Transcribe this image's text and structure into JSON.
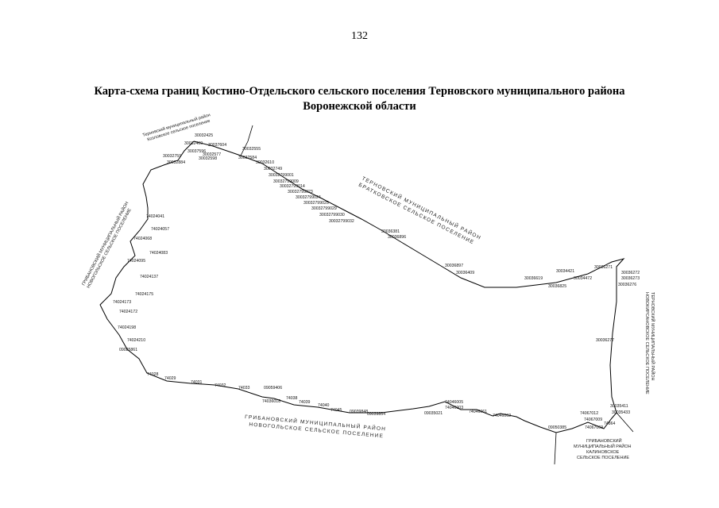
{
  "page_number": "132",
  "title": {
    "line1": "Карта-схема границ Костино-Отдельского сельского поселения Терновского муниципального района",
    "line2": "Воронежской области"
  },
  "regions": {
    "top_left": [
      "Терновский муниципальный район",
      "Козловское сельское поселение"
    ],
    "north_east": [
      "ТЕРНОВСКИЙ МУНИЦИПАЛЬНЫЙ РАЙОН",
      "БРАТКОВСКОЕ СЕЛЬСКОЕ ПОСЕЛЕНИЕ"
    ],
    "east": [
      "ТЕРНОВСКИЙ МУНИЦИПАЛЬНЫЙ РАЙОН",
      "НОВОКИРСАНОВСКОЕ СЕЛЬСКОЕ ПОСЕЛЕНИЕ"
    ],
    "west": [
      "ГРИБАНОВСКИЙ МУНИЦИПАЛЬНЫЙ РАЙОН",
      "НОВОГОЛЬСКОЕ СЕЛЬСКОЕ ПОСЕЛЕНИЕ"
    ],
    "south": [
      "ГРИБАНОВСКИЙ МУНИЦИПАЛЬНЫЙ РАЙОН",
      "НОВОГОЛЬСКОЕ СЕЛЬСКОЕ ПОСЕЛЕНИЕ"
    ],
    "south_east": [
      "ГРИБАНОВСКИЙ",
      "МУНИЦИПАЛЬНЫЙ РАЙОН",
      "КАЛИНОВСКОЕ",
      "СЕЛЬСКОЕ ПОСЕЛЕНИЕ"
    ]
  },
  "point_labels": [
    "30032425",
    "30032469",
    "30037596",
    "30032577",
    "30032598",
    "30032584",
    "30037604",
    "30032555",
    "30032610",
    "30032749",
    "30032799001",
    "30032799009",
    "30032799014",
    "30032799023",
    "30032799024",
    "30032799025",
    "30032799029",
    "30032799030",
    "30032799032",
    "30036381",
    "30036896",
    "30036897",
    "30036409",
    "30036619",
    "30036825",
    "30034421",
    "30034472",
    "30036271",
    "30036272",
    "30036273",
    "30036276",
    "30036277",
    "30035411",
    "30035433",
    "74864",
    "74067012",
    "74067009",
    "74067069",
    "09050385",
    "74046062",
    "74046061",
    "74046003",
    "09035021",
    "74046005",
    "09039854",
    "09039848",
    "74045",
    "74040",
    "74039",
    "74038",
    "74036018",
    "09059406",
    "74033",
    "74032",
    "74031",
    "74029",
    "74028",
    "09025861",
    "74024210",
    "74024198",
    "74024172",
    "74024173",
    "74024175",
    "74024137",
    "74024095",
    "74024083",
    "74024068",
    "74024057",
    "74024041",
    "30032884",
    "30032759"
  ]
}
